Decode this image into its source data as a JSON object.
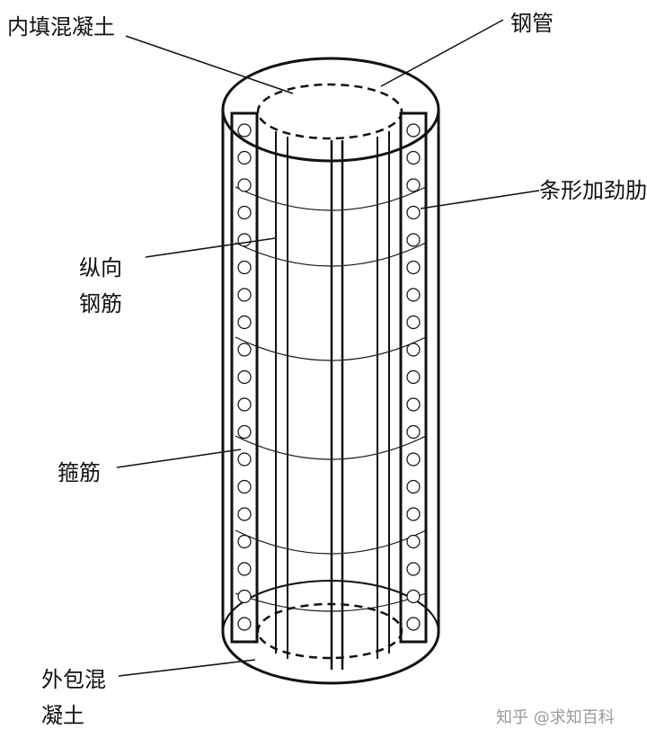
{
  "labels": {
    "inner_concrete": "内填混凝土",
    "steel_tube": "钢管",
    "stiffener": "条形加劲肋",
    "longitudinal_line1": "纵向",
    "longitudinal_line2": "钢筋",
    "stirrup": "箍筋",
    "outer_concrete_line1": "外包混",
    "outer_concrete_line2": "凝土"
  },
  "watermark": "知乎 @求知百科"
}
